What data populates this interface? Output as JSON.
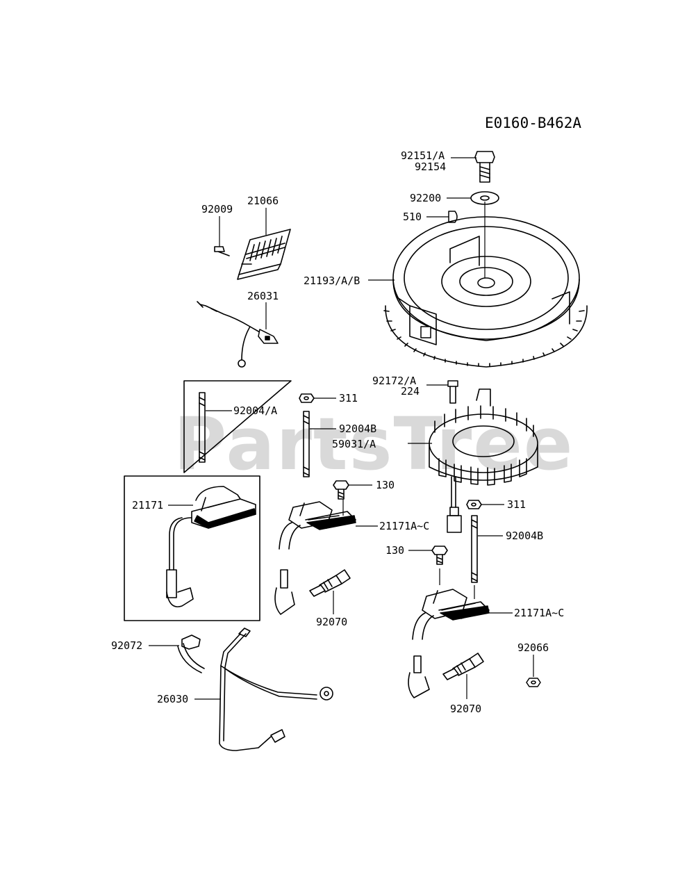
{
  "diagram_code": "E0160-B462A",
  "watermark": "PartsTree",
  "labels": {
    "bolt": "92151/A",
    "bolt_alt": "92154",
    "washer": "92200",
    "key": "510",
    "flywheel": "21193/A/B",
    "rectifier_screw": "92009",
    "rectifier": "21066",
    "lead_wire_small": "26031",
    "screw_stator": "92172/A",
    "screw_stator_alt": "224",
    "nut_top": "311",
    "stud_box": "92004/A",
    "stud_mid": "92004B",
    "stator": "59031/A",
    "coil_box": "21171",
    "bolt_coil_left": "130",
    "coil_left": "21171A~C",
    "nut_right": "311",
    "stud_right": "92004B",
    "bolt_coil_right": "130",
    "plug_left": "92070",
    "coil_right": "21171A~C",
    "clamp": "92072",
    "nut_bottom": "92066",
    "harness": "26030",
    "plug_right": "92070"
  }
}
